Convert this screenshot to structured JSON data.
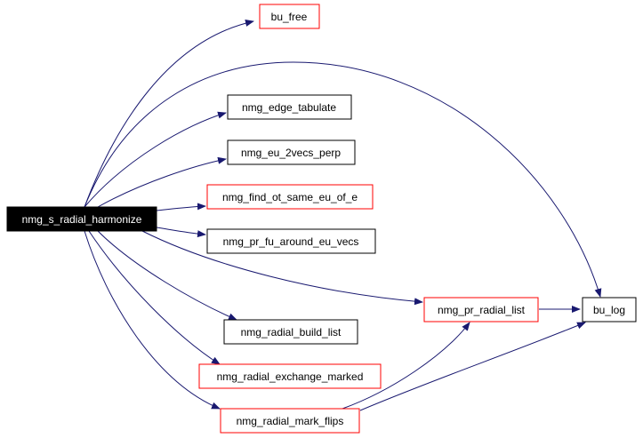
{
  "root": {
    "id": "root",
    "label": "nmg_s_radial_harmonize"
  },
  "nodes": [
    {
      "id": "bu_free",
      "label": "bu_free",
      "border": "red"
    },
    {
      "id": "nmg_edge_tabulate",
      "label": "nmg_edge_tabulate",
      "border": "black"
    },
    {
      "id": "nmg_eu_2vecs_perp",
      "label": "nmg_eu_2vecs_perp",
      "border": "black"
    },
    {
      "id": "nmg_find_ot_same_eu_of_e",
      "label": "nmg_find_ot_same_eu_of_e",
      "border": "red"
    },
    {
      "id": "nmg_pr_fu_around_eu_vecs",
      "label": "nmg_pr_fu_around_eu_vecs",
      "border": "black"
    },
    {
      "id": "nmg_pr_radial_list",
      "label": "nmg_pr_radial_list",
      "border": "red"
    },
    {
      "id": "bu_log",
      "label": "bu_log",
      "border": "black"
    },
    {
      "id": "nmg_radial_build_list",
      "label": "nmg_radial_build_list",
      "border": "black"
    },
    {
      "id": "nmg_radial_exchange_marked",
      "label": "nmg_radial_exchange_marked",
      "border": "red"
    },
    {
      "id": "nmg_radial_mark_flips",
      "label": "nmg_radial_mark_flips",
      "border": "red"
    }
  ],
  "edges": [
    {
      "from": "root",
      "to": "bu_free"
    },
    {
      "from": "root",
      "to": "bu_log"
    },
    {
      "from": "root",
      "to": "nmg_edge_tabulate"
    },
    {
      "from": "root",
      "to": "nmg_eu_2vecs_perp"
    },
    {
      "from": "root",
      "to": "nmg_find_ot_same_eu_of_e"
    },
    {
      "from": "root",
      "to": "nmg_pr_fu_around_eu_vecs"
    },
    {
      "from": "root",
      "to": "nmg_pr_radial_list"
    },
    {
      "from": "root",
      "to": "nmg_radial_build_list"
    },
    {
      "from": "root",
      "to": "nmg_radial_exchange_marked"
    },
    {
      "from": "root",
      "to": "nmg_radial_mark_flips"
    },
    {
      "from": "nmg_pr_radial_list",
      "to": "bu_log"
    },
    {
      "from": "nmg_radial_mark_flips",
      "to": "nmg_pr_radial_list"
    },
    {
      "from": "nmg_radial_mark_flips",
      "to": "bu_log"
    }
  ],
  "colors": {
    "edge": "#191970",
    "root_fill": "#000000",
    "root_text": "#ffffff",
    "red_border": "#ff0000",
    "black_border": "#000000",
    "node_text": "#000000"
  }
}
